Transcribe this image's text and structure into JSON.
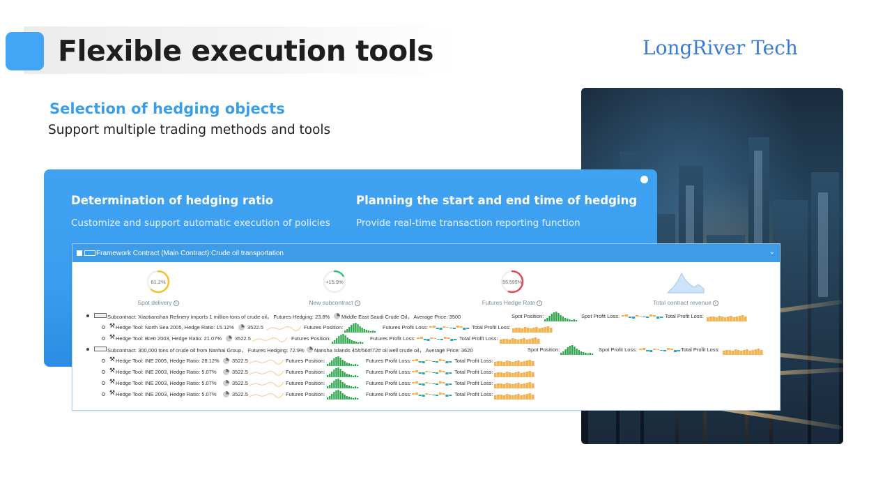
{
  "title": "Flexible execution tools",
  "brand": "LongRiver Tech",
  "selection": {
    "title": "Selection of hedging objects",
    "subtitle": "Support multiple trading methods and tools"
  },
  "features": [
    {
      "title": "Determination of hedging ratio",
      "subtitle": "Customize and support automatic execution of policies"
    },
    {
      "title": "Planning the start and end time of hedging",
      "subtitle": "Provide real-time transaction reporting function"
    }
  ],
  "panel": {
    "header": "Framework Contract (Main Contract):Crude oil transportation",
    "kpis": [
      {
        "label": "Spot delivery",
        "value": "61.2%",
        "fraction": 0.612,
        "color": "#f2c12e"
      },
      {
        "label": "New subcontract",
        "value": "+15.9%",
        "fraction": 0.159,
        "color": "#2ec27e"
      },
      {
        "label": "Futures Hedge Rate",
        "value": "55.595%",
        "fraction": 0.556,
        "color": "#e8474b"
      },
      {
        "label": "Total contract revenue",
        "value": "",
        "fraction": null,
        "color": "#9ec9ef"
      }
    ],
    "subcontracts": [
      {
        "desc": "Subcontract: Xiaotianshan Refinery imports 1 million tons of crude oil， Futures Hedging: 23.8%",
        "product": "Middle East Saudi Crude Oil， Average Price: 3500",
        "spot_position_label": "Spot Position:",
        "spot_pl_label": "Spot Profit Loss:",
        "total_pl_label": "Total Profit Loss:",
        "tools": [
          {
            "desc": "Hedge Tool: North Sea 2005, Hedge Ratio: 15.12%",
            "price": "3522.5",
            "pos_label": "Futures Position:",
            "fpl_label": "Futures Profit Loss:",
            "tpl_label": "Total Profit Loss:"
          },
          {
            "desc": "Hedge Tool: Brett 2003, Hedge Ratio: 21.07%",
            "price": "3522.5",
            "pos_label": "Futures Position:",
            "fpl_label": "Futures Profit Loss:",
            "tpl_label": "Total Profit Loss:"
          }
        ]
      },
      {
        "desc": "Subcontract: 300,000 tons of crude oil from Nanhai Group， Futures Hedging: 72.9%",
        "product": "Nansha Islands 45#/56#/72# oil well crude oil， Average Price: 3620",
        "spot_position_label": "Spot Position:",
        "spot_pl_label": "Spot Profit Loss:",
        "total_pl_label": "Total Profit Loss:",
        "tools": [
          {
            "desc": "Hedge Tool: INE 2005, Hedge Ratio: 28.12%",
            "price": "3522.5",
            "pos_label": "Futures Position:",
            "fpl_label": "Futures Profit Loss:",
            "tpl_label": "Total Profit Loss:"
          },
          {
            "desc": "Hedge Tool: INE 2003, Hedge Ratio: 5.07%",
            "price": "3522.5",
            "pos_label": "Futures Position:",
            "fpl_label": "Futures Profit Loss:",
            "tpl_label": "Total Profit Loss:"
          },
          {
            "desc": "Hedge Tool: INE 2003, Hedge Ratio: 5.07%",
            "price": "3522.5",
            "pos_label": "Futures Position:",
            "fpl_label": "Futures Profit Loss:",
            "tpl_label": "Total Profit Loss:"
          },
          {
            "desc": "Hedge Tool: INE 2003, Hedge Ratio: 5.07%",
            "price": "3522.5",
            "pos_label": "Futures Position:",
            "fpl_label": "Futures Profit Loss:",
            "tpl_label": "Total Profit Loss:"
          }
        ]
      }
    ]
  },
  "colors": {
    "accent": "#42a5f5",
    "card": "#3fa3f2",
    "position_bars": "#2aa84a",
    "profit_loss_bars": "#2aa5b8",
    "total_bars": "#f4b350",
    "trend_line": "#f6c98a"
  }
}
